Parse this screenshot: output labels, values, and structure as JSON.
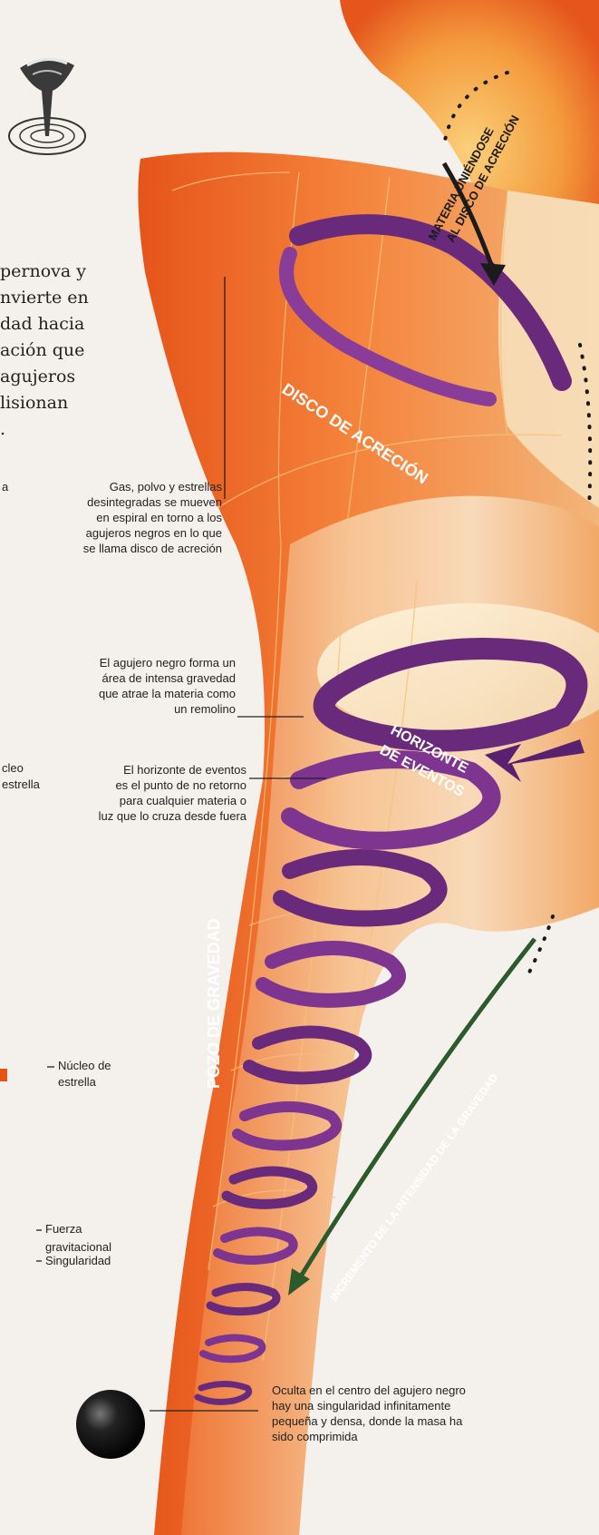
{
  "intro_lines": [
    "pernova y",
    "nvierte en",
    "dad hacia",
    "ación que",
    "agujeros",
    "lisionan",
    "."
  ],
  "left_fragments": {
    "a": "a",
    "cleo": "cleo",
    "estrella": "estrella",
    "nucleo_de": "Núcleo de",
    "estrella2": "estrella",
    "fuerza": "Fuerza",
    "gravitacional": "gravitacional",
    "singularidad": "Singularidad"
  },
  "captions": {
    "disco": [
      "Gas, polvo y estrellas",
      "desintegradas se mueven",
      "en espiral en torno a los",
      "agujeros negros en lo que",
      "se llama disco de acreción"
    ],
    "area": [
      "El agujero negro forma un",
      "área de intensa gravedad",
      "que atrae la materia como",
      "un remolino"
    ],
    "horizonte": [
      "El horizonte de eventos",
      "es el punto de no retorno",
      "para cualquier materia o",
      "luz que lo cruza desde fuera"
    ],
    "singularidad": [
      "Oculta en el centro del agujero negro",
      "hay una singularidad infinitamente",
      "pequeña y densa, donde la masa ha",
      "sido comprimida"
    ]
  },
  "diagram_labels": {
    "materia_1": "MATERIA UNIÉNDOSE",
    "materia_2": "AL DISCO DE ACRECIÓN",
    "disco": "DISCO DE ACRECIÓN",
    "horizonte_1": "HORIZONTE",
    "horizonte_2": "DE EVENTOS",
    "pozo": "POZO DE GRAVEDAD",
    "incremento": "INCREMENTO DE LA INTENSIDAD DE LA GRAVEDAD"
  },
  "colors": {
    "funnel_orange": "#ef6a1e",
    "funnel_light": "#f6d9b3",
    "spiral_purple": "#6a2a7c",
    "arrow_green": "#2d5a2a"
  },
  "icons": [
    "black-hole-funnel-icon"
  ]
}
